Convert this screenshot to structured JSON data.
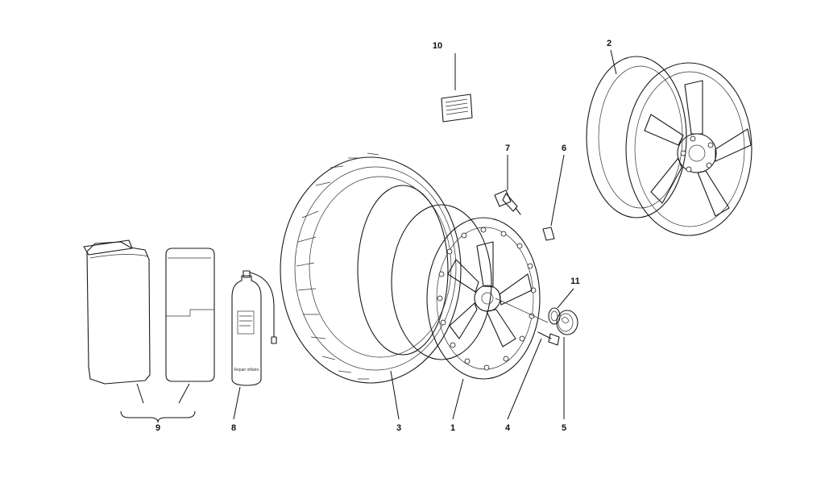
{
  "callouts": {
    "c1": "1",
    "c2": "2",
    "c3": "3",
    "c4": "4",
    "c5": "5",
    "c6": "6",
    "c7": "7",
    "c8": "8",
    "c9": "9",
    "c10": "10",
    "c11": "11"
  },
  "can_label": "Repair inflator"
}
